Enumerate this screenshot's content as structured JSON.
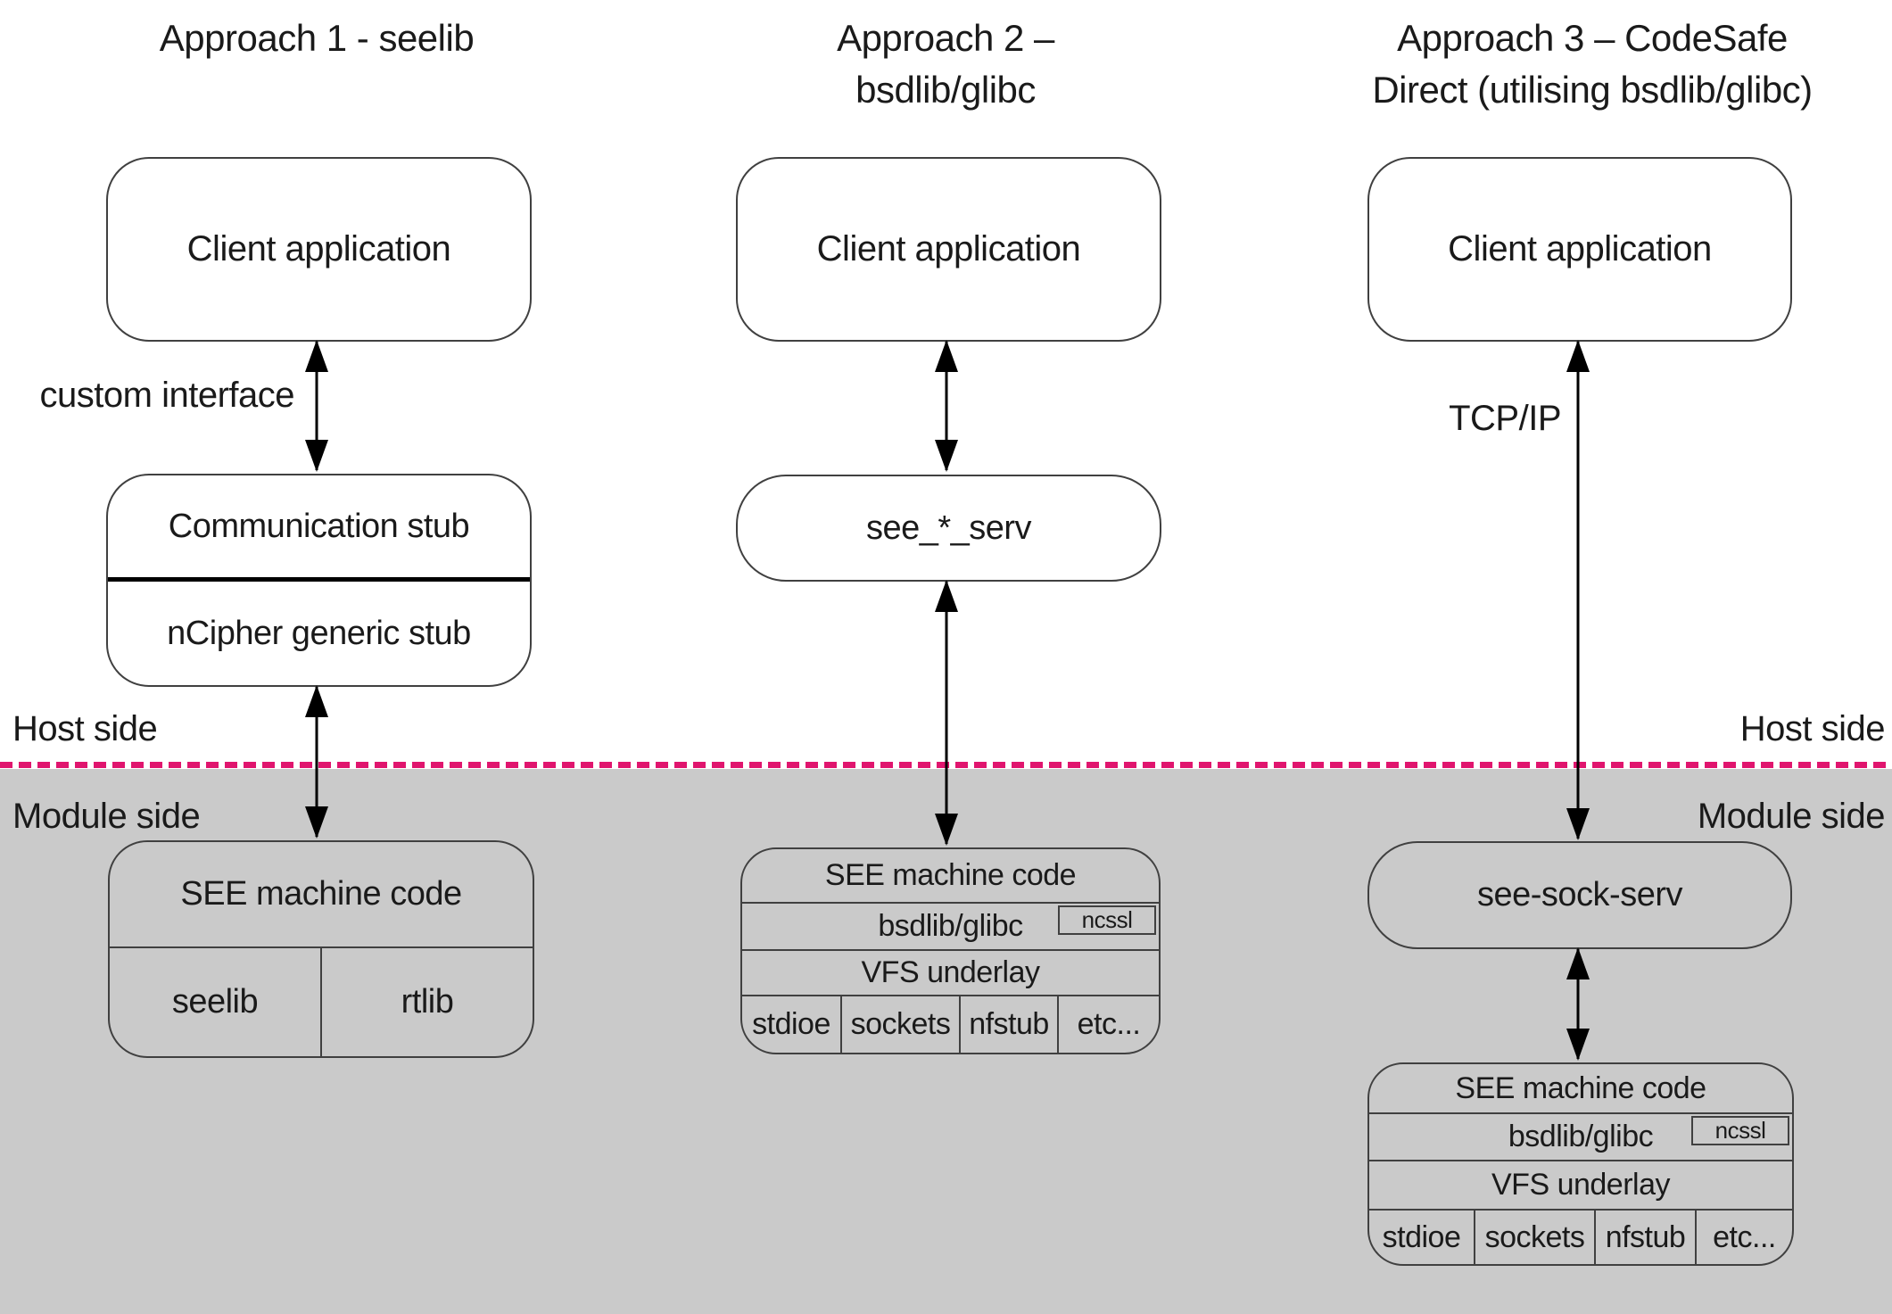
{
  "colors": {
    "accent_pink": "#e0156e",
    "module_background": "#cacaca",
    "line": "#404040"
  },
  "side_labels": {
    "host_left": "Host side",
    "host_right": "Host side",
    "module_left": "Module side",
    "module_right": "Module side"
  },
  "columns": [
    {
      "title_line1": "Approach 1 - seelib",
      "title_line2": "",
      "client_box": "Client application",
      "interface_label": "custom interface",
      "comm_stub": {
        "top": "Communication stub",
        "bottom": "nCipher generic stub"
      },
      "see_box": {
        "title": "SEE machine code",
        "left_cell": "seelib",
        "right_cell": "rtlib"
      }
    },
    {
      "title_line1": "Approach 2 –",
      "title_line2": "bsdlib/glibc",
      "client_box": "Client application",
      "serv_box": "see_*_serv",
      "stack": {
        "row1": "SEE machine code",
        "row2": "bsdlib/glibc",
        "ncssl": "ncssl",
        "row3": "VFS underlay",
        "cells": [
          "stdioe",
          "sockets",
          "nfstub",
          "etc..."
        ]
      }
    },
    {
      "title_line1": "Approach 3 – CodeSafe",
      "title_line2": "Direct (utilising bsdlib/glibc)",
      "client_box": "Client application",
      "interface_label": "TCP/IP",
      "serv_box": "see-sock-serv",
      "stack": {
        "row1": "SEE machine code",
        "row2": "bsdlib/glibc",
        "ncssl": "ncssl",
        "row3": "VFS underlay",
        "cells": [
          "stdioe",
          "sockets",
          "nfstub",
          "etc..."
        ]
      }
    }
  ]
}
